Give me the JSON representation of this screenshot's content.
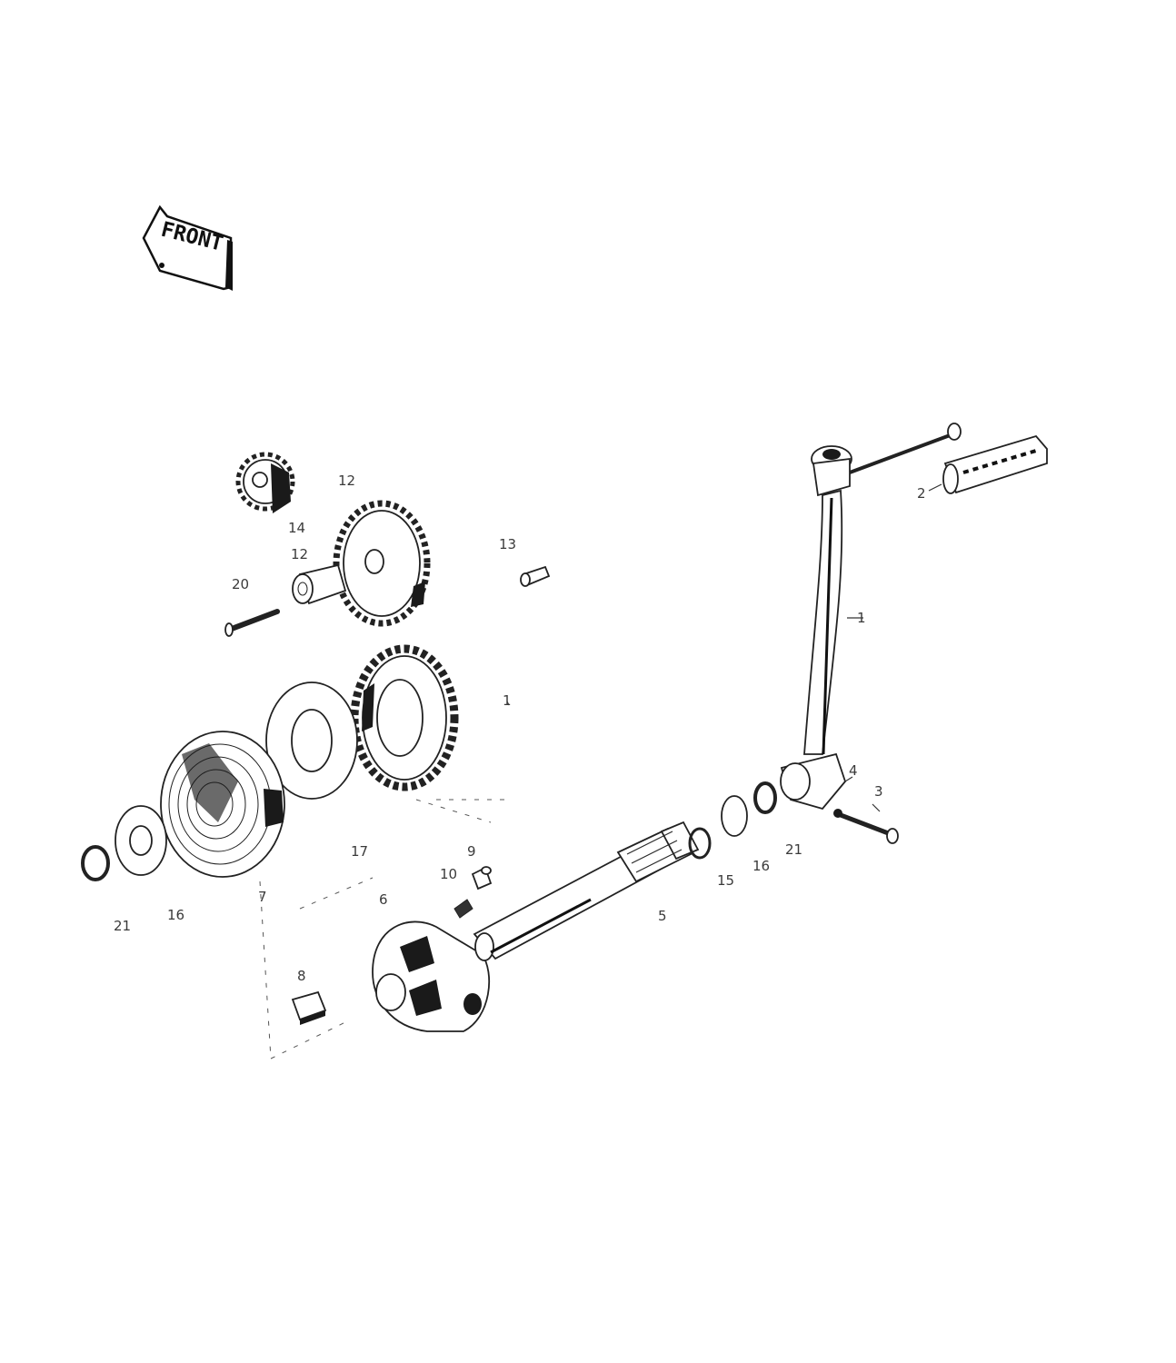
{
  "front_badge": {
    "text": "FRONT"
  },
  "labels": {
    "p1a": "1",
    "p1b": "1",
    "p2": "2",
    "p3": "3",
    "p4": "4",
    "p5": "5",
    "p6": "6",
    "p7": "7",
    "p8": "8",
    "p9": "9",
    "p10": "10",
    "p12a": "12",
    "p12b": "12",
    "p13": "13",
    "p14": "14",
    "p15": "15",
    "p16a": "16",
    "p16b": "16",
    "p17": "17",
    "p20": "20",
    "p21a": "21",
    "p21b": "21"
  },
  "colors": {
    "ink": "#222222",
    "label": "#3a3a3a",
    "background": "#ffffff"
  }
}
